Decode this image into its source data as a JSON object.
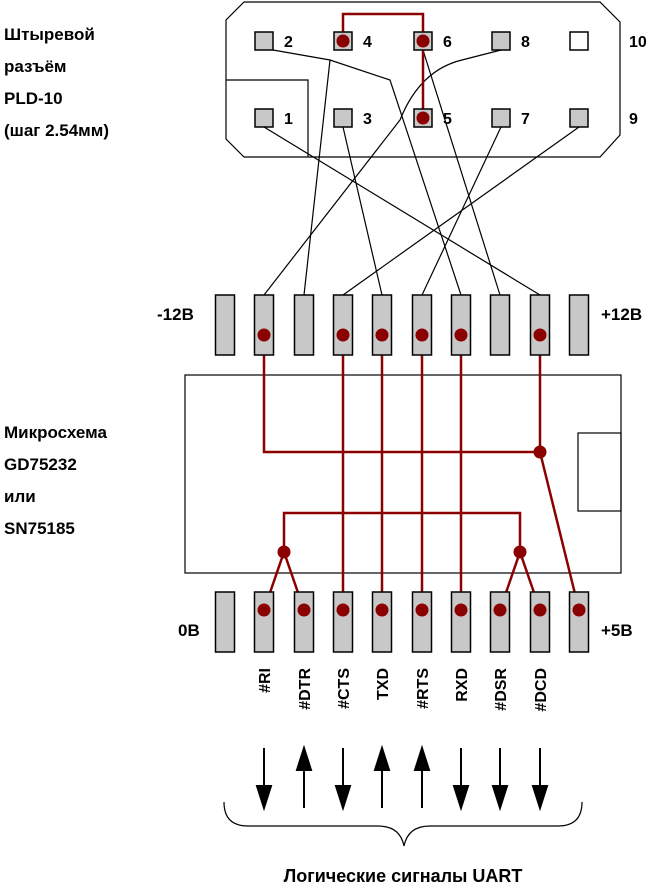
{
  "connector": {
    "title_lines": [
      "Штыревой",
      "разъём",
      "PLD-10",
      "(шаг 2.54мм)"
    ],
    "top_pins": [
      "2",
      "4",
      "6",
      "8",
      "10"
    ],
    "bottom_pins": [
      "1",
      "3",
      "5",
      "7",
      "9"
    ]
  },
  "chip": {
    "title_lines": [
      "Микросхема",
      "GD75232",
      "или",
      "SN75185"
    ],
    "top_left_label": "-12В",
    "top_right_label": "+12В",
    "bottom_left_label": "0В",
    "bottom_right_label": "+5В"
  },
  "signals": [
    {
      "name": "#RI",
      "direction": "down"
    },
    {
      "name": "#DTR",
      "direction": "up"
    },
    {
      "name": "#CTS",
      "direction": "down"
    },
    {
      "name": "TXD",
      "direction": "up"
    },
    {
      "name": "#RTS",
      "direction": "up"
    },
    {
      "name": "RXD",
      "direction": "down"
    },
    {
      "name": "#DSR",
      "direction": "down"
    },
    {
      "name": "#DCD",
      "direction": "down"
    }
  ],
  "caption": "Логические сигналы UART",
  "colors": {
    "trace": "#8b0000",
    "pad": "#c8c8c8"
  }
}
